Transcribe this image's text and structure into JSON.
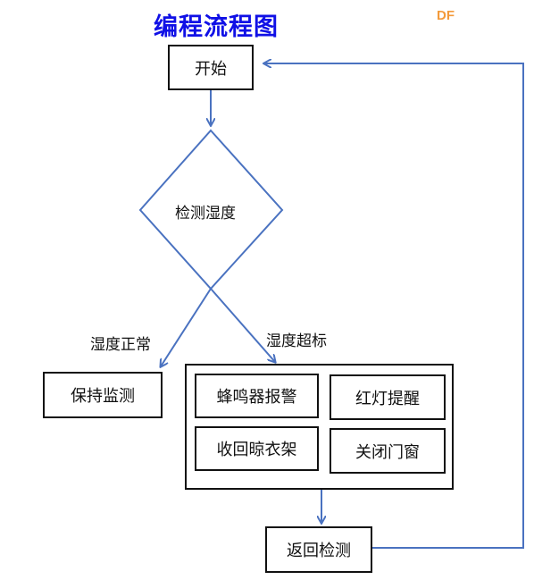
{
  "title": "编程流程图",
  "logo": "DF",
  "nodes": {
    "start": "开始",
    "check_humidity": "检测湿度",
    "keep_monitoring": "保持监测",
    "buzzer_alarm": "蜂鸣器报警",
    "red_light": "红灯提醒",
    "retract_rack": "收回晾衣架",
    "close_window": "关闭门窗",
    "return_check": "返回检测"
  },
  "edges": {
    "humidity_normal": "湿度正常",
    "humidity_exceeded": "湿度超标"
  },
  "colors": {
    "title": "#1010e6",
    "arrow": "#4a72c0",
    "logo": "#f39a3a"
  }
}
